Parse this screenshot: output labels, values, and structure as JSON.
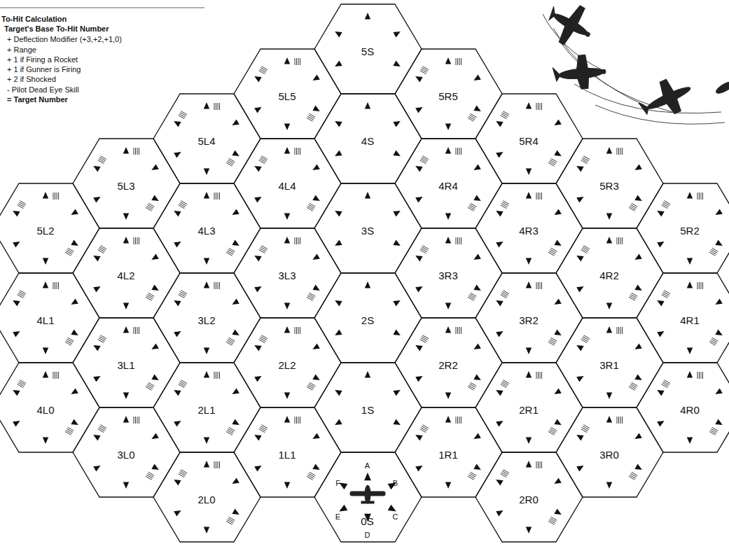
{
  "diagram": {
    "title": "To-Hit Calculation",
    "nodes": [
      {
        "text": [
          "5S"
        ]
      },
      {
        "text": [
          "5L5"
        ]
      },
      {
        "text": [
          "5R5"
        ]
      },
      {
        "text": [
          "5L4"
        ]
      },
      {
        "text": [
          "4S"
        ]
      },
      {
        "text": [
          "5R4"
        ]
      },
      {
        "text": [
          "5L3"
        ]
      },
      {
        "text": [
          "4L4"
        ]
      },
      {
        "text": [
          "4R4"
        ]
      },
      {
        "text": [
          "5R3"
        ]
      },
      {
        "text": [
          "5L2"
        ]
      },
      {
        "text": [
          "4L3"
        ]
      },
      {
        "text": [
          "3S"
        ]
      },
      {
        "text": [
          "4R3"
        ]
      },
      {
        "text": [
          "5R2"
        ]
      },
      {
        "text": [
          "4L2"
        ]
      },
      {
        "text": [
          "3L3"
        ]
      },
      {
        "text": [
          "3R3"
        ]
      },
      {
        "text": [
          "4R2"
        ]
      },
      {
        "text": [
          "4L1"
        ]
      },
      {
        "text": [
          "3L2"
        ]
      },
      {
        "text": [
          "2S"
        ]
      },
      {
        "text": [
          "3R2"
        ]
      },
      {
        "text": [
          "4R1"
        ]
      },
      {
        "text": [
          "3L1"
        ]
      },
      {
        "text": [
          "2L2"
        ]
      },
      {
        "text": [
          "2R2"
        ]
      },
      {
        "text": [
          "3R1"
        ]
      },
      {
        "text": [
          "4L0"
        ]
      },
      {
        "text": [
          "2L1"
        ]
      },
      {
        "text": [
          "1S"
        ]
      },
      {
        "text": [
          "2R1"
        ]
      },
      {
        "text": [
          "4R0"
        ]
      },
      {
        "text": [
          "3L0"
        ]
      },
      {
        "text": [
          "1L1"
        ]
      },
      {
        "text": [
          "1R1"
        ]
      },
      {
        "text": [
          "3R0"
        ]
      },
      {
        "text": [
          "2L0"
        ]
      },
      {
        "text": [
          "0S",
          "A",
          "B",
          "C",
          "D",
          "E",
          "F"
        ]
      },
      {
        "text": [
          "2R0"
        ]
      }
    ],
    "labels": [
      "Target's Base To-Hit Number",
      "+ Deflection Modifier (+3,+2,+1,0)",
      "+ Range",
      "+ 1 if Firing a Rocket",
      "+ 1 if Gunner is Firing",
      "+ 2 if Shocked",
      "- Pilot Dead Eye Skill",
      "= Target Number"
    ]
  }
}
